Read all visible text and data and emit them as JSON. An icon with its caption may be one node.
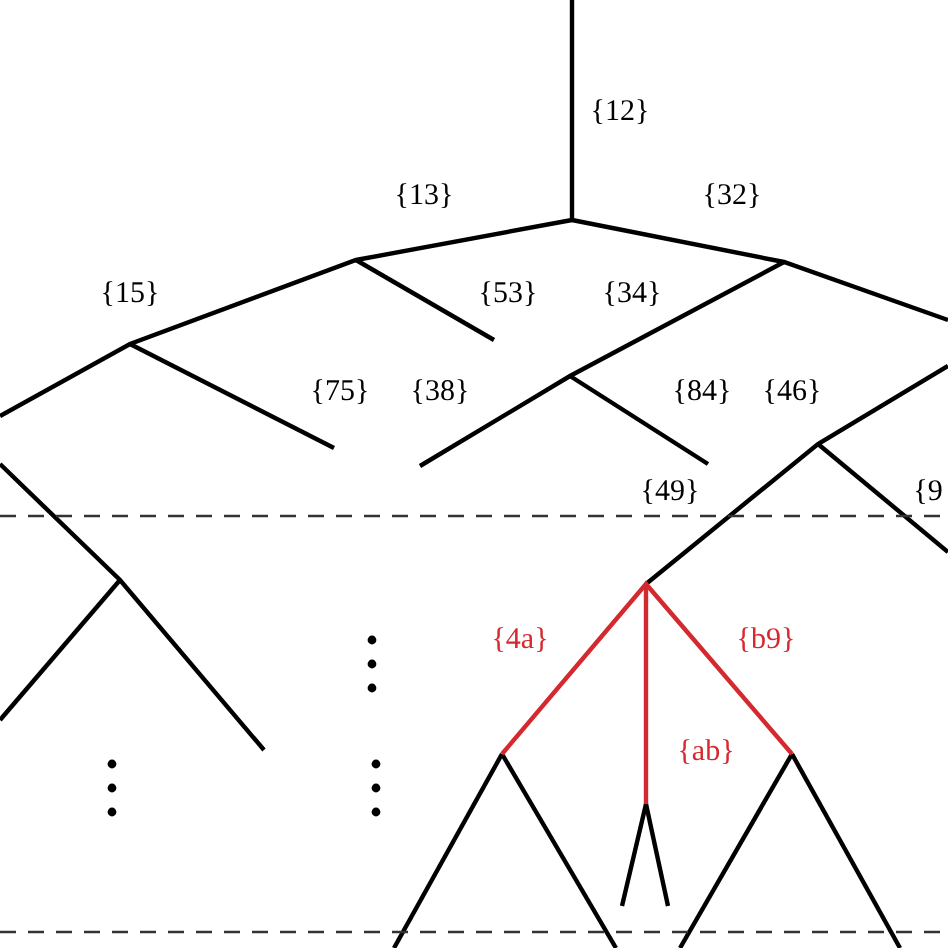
{
  "diagram": {
    "labels": [
      "{12}",
      "{13}",
      "{32}",
      "{15}",
      "{53}",
      "{34}",
      "{75}",
      "{38}",
      "{84}",
      "{46}",
      "{49}",
      "{9",
      "{4a}",
      "{b9}",
      "{ab}"
    ]
  }
}
